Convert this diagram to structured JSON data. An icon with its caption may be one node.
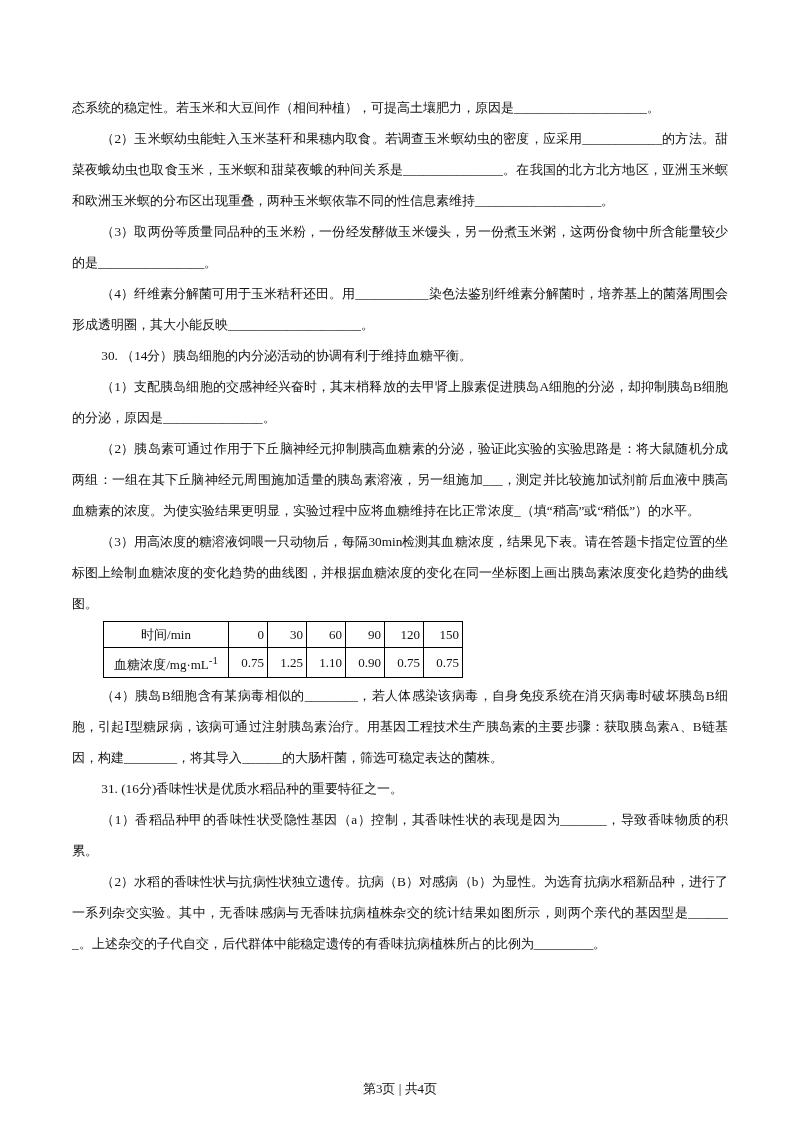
{
  "diagram": {
    "labels": [
      "态系统的稳定性。若玉米和大豆间作（相间种植），可提高土壤肥力，原因是____________________。",
      "（2）玉米螟幼虫能蛀入玉米茎秆和果穗内取食。若调查玉米螟幼虫的密度，应采用____________的方法。甜菜夜蛾幼虫也取食玉米，玉米螟和甜菜夜蛾的种间关系是_______________。在我国的北方北方地区，亚洲玉米螟和欧洲玉米螟的分布区出现重叠，两种玉米螟依靠不同的性信息素维持___________________。",
      "（3）取两份等质量同品种的玉米粉，一份经发酵做玉米馒头，另一份煮玉米粥，这两份食物中所含能量较少的是________________。",
      "（4）纤维素分解菌可用于玉米秸秆还田。用___________染色法鉴别纤维素分解菌时，培养基上的菌落周围会形成透明圈，其大小能反映____________________。",
      "30. （14分）胰岛细胞的内分泌活动的协调有利于维持血糖平衡。",
      "（1）支配胰岛细胞的交感神经兴奋时，其末梢释放的去甲肾上腺素促进胰岛A细胞的分泌，却抑制胰岛B细胞的分泌，原因是_______________。",
      "（2）胰岛素可通过作用于下丘脑神经元抑制胰高血糖素的分泌，验证此实验的实验思路是：将大鼠随机分成两组：一组在其下丘脑神经元周围施加适量的胰岛素溶液，另一组施加___，测定并比较施加试剂前后血液中胰高血糖素的浓度。为使实验结果更明显，实验过程中应将血糖维持在比正常浓度_（填“稍高”或“稍低”）的水平。",
      "（3）用高浓度的糖溶液饲喂一只动物后，每隔30min检测其血糖浓度，结果见下表。请在答题卡指定位置的坐标图上绘制血糖浓度的变化趋势的曲线图，并根据血糖浓度的变化在同一坐标图上画出胰岛素浓度变化趋势的曲线图。",
      "时间/min",
      "0",
      "30",
      "60",
      "90",
      "120",
      "150",
      "血糖浓度/mg·mL$^{-1}$",
      "0.75",
      "1.25",
      "1.10",
      "0.90",
      "0.75",
      "0.75",
      "（4）胰岛B细胞含有某病毒相似的________，若人体感染该病毒，自身免疫系统在消灭病毒时破坏胰岛B细胞，引起Ⅰ型糖尿病，该病可通过注射胰岛素治疗。用基因工程技术生产胰岛素的主要步骤：获取胰岛素A、B链基因，构建________，将其导入______的大肠杆菌，筛选可稳定表达的菌株。",
      "31. (16分)香味性状是优质水稻品种的重要特征之一。",
      "（1）香稻品种甲的香味性状受隐性基因（a）控制，其香味性状的表现是因为_______，导致香味物质的积累。",
      "（2）水稻的香味性状与抗病性状独立遗传。抗病（B）对感病（b）为显性。为选育抗病水稻新品种，进行了一系列杂交实验。其中，无香味感病与无香味抗病植株杂交的统计结果如图所示，则两个亲代的基因型是_______。上述杂交的子代自交，后代群体中能稳定遗传的有香味抗病植株所占的比例为_________。",
      "第3页 | 共4页"
    ]
  }
}
